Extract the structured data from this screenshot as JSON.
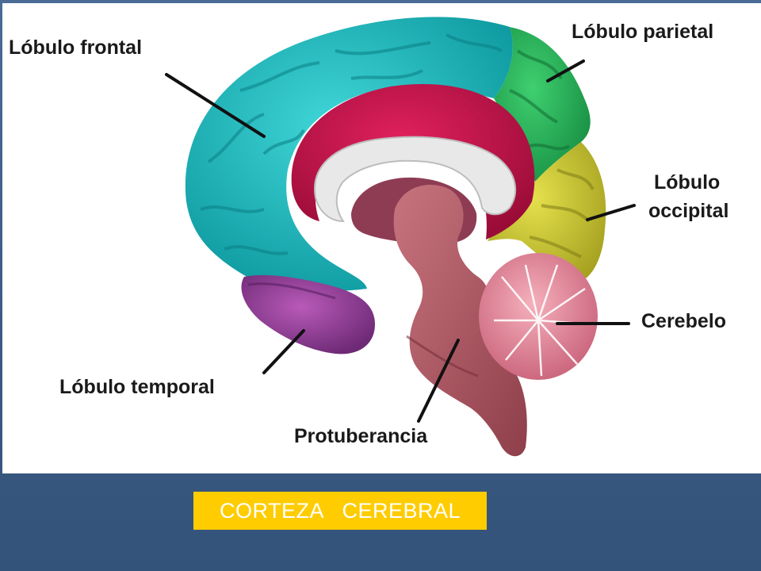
{
  "slide": {
    "caption": "CORTEZA   CEREBRAL"
  },
  "diagram": {
    "labels": {
      "frontal": "Lóbulo frontal",
      "parietal": "Lóbulo parietal",
      "occipital_line1": "Lóbulo",
      "occipital_line2": "occipital",
      "cerebelo": "Cerebelo",
      "temporal": "Lóbulo temporal",
      "protuberancia": "Protuberancia"
    },
    "colors": {
      "frontal_lobe": "#1fbcc0",
      "parietal_lobe": "#22b35a",
      "occipital_lobe": "#c9c83a",
      "cingulate": "#c0124a",
      "corpus_callosum": "#e6e6e6",
      "temporal_lobe": "#9a3f9e",
      "brainstem": "#b8606a",
      "cerebellum": "#e48a9a",
      "caption_bg": "#ffcc00"
    }
  }
}
